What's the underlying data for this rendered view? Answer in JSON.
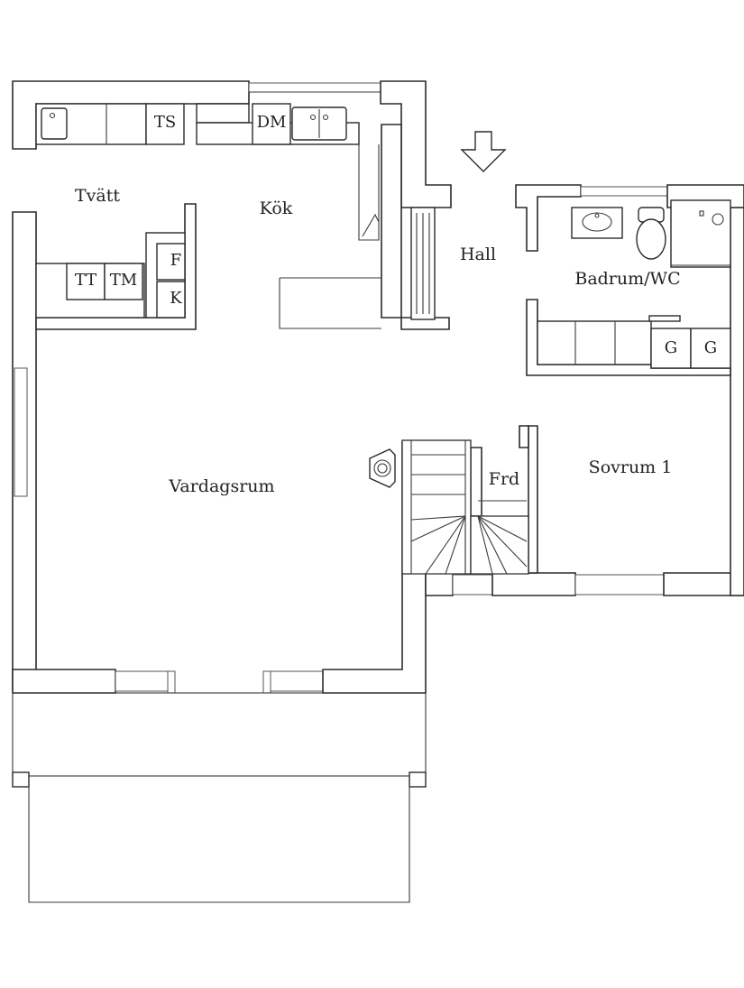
{
  "rooms": {
    "tvatt": "Tvätt",
    "kok": "Kök",
    "hall": "Hall",
    "badrum": "Badrum/WC",
    "vardagsrum": "Vardagsrum",
    "sovrum": "Sovrum 1",
    "frd": "Frd"
  },
  "appliances": {
    "ts": "TS",
    "dm": "DM",
    "tt": "TT",
    "tm": "TM",
    "f": "F",
    "k": "K",
    "g1": "G",
    "g2": "G"
  },
  "icons": [
    "entrance-arrow-icon",
    "sink-icon",
    "double-sink-icon",
    "washbasin-icon",
    "toilet-icon",
    "shower-icon",
    "fireplace-icon",
    "radiator-icon"
  ]
}
